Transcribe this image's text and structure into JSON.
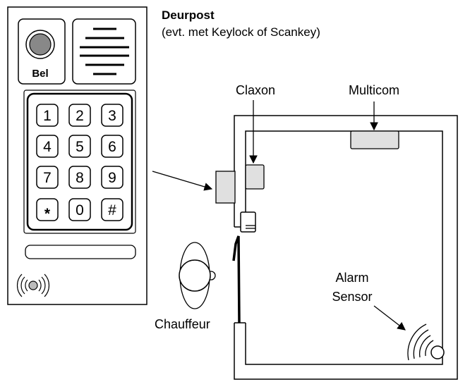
{
  "labels": {
    "deurpost_title": "Deurpost",
    "deurpost_subtitle": "(evt. met Keylock of Scankey)",
    "claxon": "Claxon",
    "multicom": "Multicom",
    "alarm_line1": "Alarm",
    "alarm_line2": "Sensor",
    "chauffeur": "Chauffeur"
  },
  "intercom": {
    "bell_label": "Bel",
    "keys": [
      "1",
      "2",
      "3",
      "4",
      "5",
      "6",
      "7",
      "8",
      "9",
      "*",
      "0",
      "#"
    ]
  },
  "colors": {
    "device_fill": "#e0e0e0",
    "bell_button": "#888888",
    "stroke": "#000000"
  },
  "icons": [
    "bell-button-icon",
    "speaker-grille-icon",
    "rfid-reader-icon",
    "person-topview-icon",
    "alarm-sensor-icon"
  ]
}
